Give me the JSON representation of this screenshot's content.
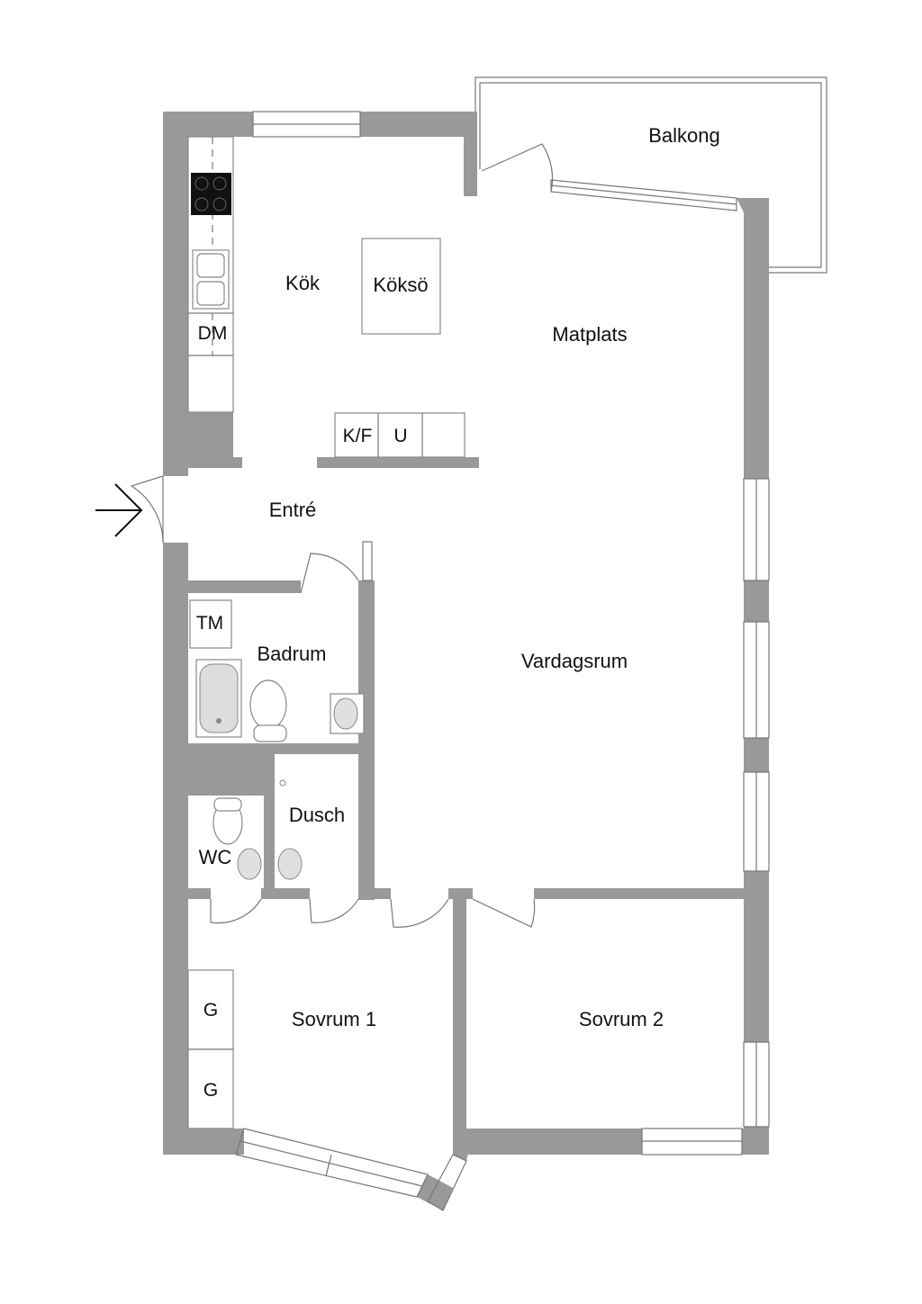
{
  "rooms": {
    "balkong": "Balkong",
    "kok": "Kök",
    "koksö": "Köksö",
    "matplats": "Matplats",
    "entre": "Entré",
    "badrum": "Badrum",
    "vardagsrum": "Vardagsrum",
    "dusch": "Dusch",
    "wc": "WC",
    "sovrum1": "Sovrum 1",
    "sovrum2": "Sovrum 2"
  },
  "fixtures": {
    "dm": "DM",
    "kf": "K/F",
    "u": "U",
    "tm": "TM",
    "g1": "G",
    "g2": "G"
  },
  "colors": {
    "wall": "#999999",
    "line": "#777777",
    "background": "#ffffff"
  }
}
